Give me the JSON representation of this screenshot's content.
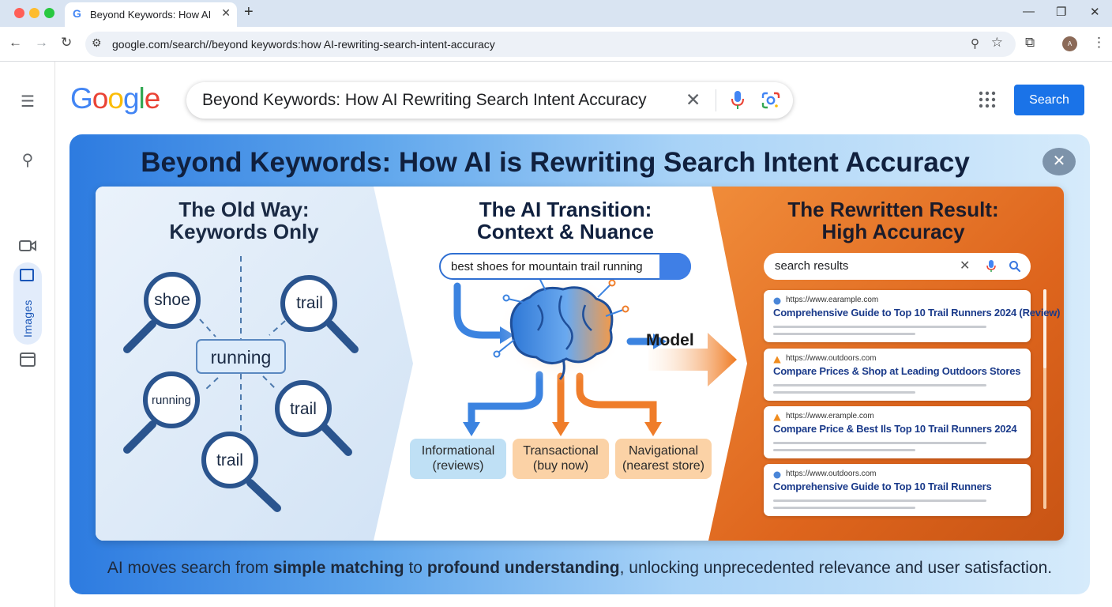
{
  "browser": {
    "tab_title": "Beyond Keywords: How AI Rewriting Search Intent Accuracy",
    "url": "google.com/search//beyond keywords:how AI-rewriting-search-intent-accuracy",
    "avatar_initials": "A"
  },
  "rail": {
    "images_label": "Images"
  },
  "header": {
    "logo": "Google",
    "query": "Beyond Keywords: How AI Rewriting Search Intent Accuracy",
    "search_button": "Search"
  },
  "infographic": {
    "title": "Beyond Keywords: How AI is Rewriting Search Intent Accuracy",
    "old_way": {
      "title_line1": "The Old Way:",
      "title_line2": "Keywords Only",
      "keywords": {
        "shoe": "shoe",
        "trail_top": "trail",
        "center": "running",
        "running_small": "running",
        "trail_right": "trail",
        "trail_bottom": "trail"
      }
    },
    "transition": {
      "title_line1": "The AI Transition:",
      "title_line2": "Context & Nuance",
      "query": "best shoes for mountain trail running",
      "model_label": "Model",
      "intents": [
        {
          "name": "Informational",
          "detail": "(reviews)",
          "color": "#bfe0f5"
        },
        {
          "name": "Transactional",
          "detail": "(buy now)",
          "color": "#fbd2a6"
        },
        {
          "name": "Navigational",
          "detail": "(nearest store)",
          "color": "#fbd2a6"
        }
      ]
    },
    "result": {
      "title_line1": "The Rewritten Result:",
      "title_line2": "High Accuracy",
      "search_placeholder": "search results",
      "cards": [
        {
          "url": "https://www.earample.com",
          "title": "Comprehensive Guide to Top 10 Trail Runners 2024 (Review)",
          "icon": "info-icon"
        },
        {
          "url": "https://www.outdoors.com",
          "title": "Compare Prices & Shop at Leading Outdoors Stores",
          "icon": "warning-icon"
        },
        {
          "url": "https://www.erample.com",
          "title": "Compare Price & Best Ils Top 10 Trail Runners 2024",
          "icon": "warning-icon"
        },
        {
          "url": "https://www.outdoors.com",
          "title": "Comprehensive Guide to Top 10 Trail Runners",
          "icon": "info-icon"
        }
      ]
    },
    "caption": {
      "part1": "AI moves search from ",
      "bold1": "simple matching",
      "part2": " to ",
      "bold2": "profound understanding",
      "part3": ", unlocking unprecedented relevance and user satisfaction."
    }
  },
  "colors": {
    "accent_blue": "#1a73e8",
    "old_panel": "#dfeaf7",
    "result_orange": "#e0661c",
    "title_navy": "#10203e"
  }
}
